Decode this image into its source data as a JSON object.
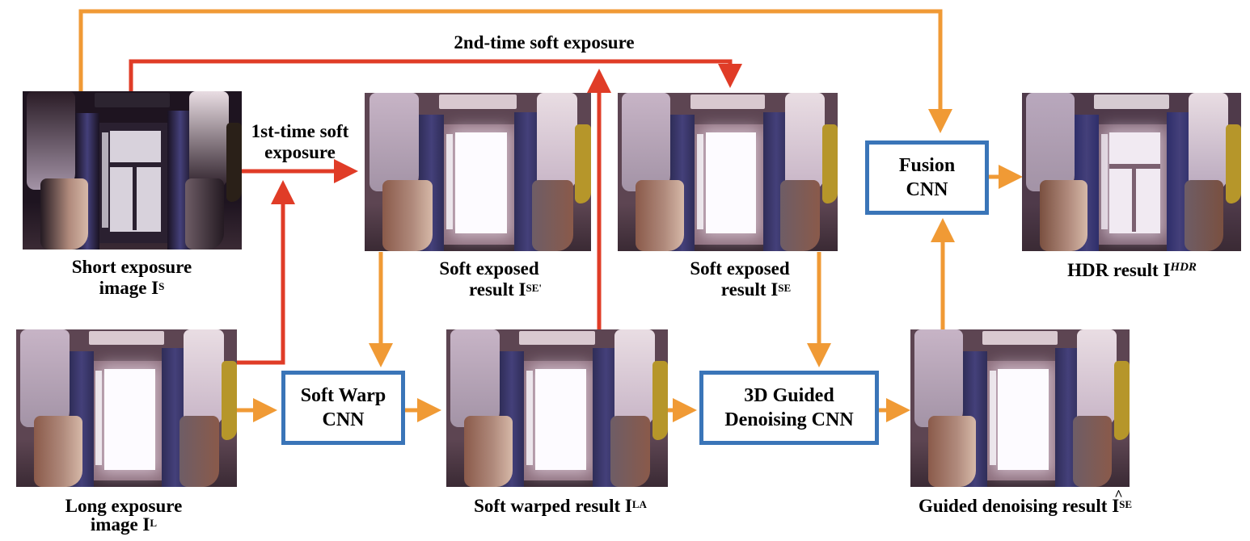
{
  "colors": {
    "exposure_arrow": "#e03c27",
    "pipeline_arrow": "#f09a35",
    "cnn_border": "#3a75b8",
    "background": "#ffffff"
  },
  "arrow_labels": {
    "first_soft_exposure_line1": "1st-time soft",
    "first_soft_exposure_line2": "exposure",
    "second_soft_exposure": "2nd-time soft exposure"
  },
  "cnn_blocks": {
    "soft_warp": {
      "line1": "Soft Warp",
      "line2": "CNN"
    },
    "guided_denoising": {
      "line1": "3D Guided",
      "line2": "Denoising CNN"
    },
    "fusion": {
      "line1": "Fusion",
      "line2": "CNN"
    }
  },
  "images": {
    "short_exposure": {
      "caption_line1": "Short exposure",
      "caption_line2": "image I",
      "superscript": "S",
      "scene": "dark"
    },
    "long_exposure": {
      "caption_line1": "Long exposure",
      "caption_line2": "image I",
      "superscript": "L",
      "scene": "bright"
    },
    "soft_exposed_first": {
      "caption_line1": "Soft exposed",
      "caption_line2": "result I",
      "superscript": "SE'",
      "scene": "bright"
    },
    "soft_exposed_second": {
      "caption_line1": "Soft exposed",
      "caption_line2": "result I",
      "superscript": "SE",
      "scene": "bright"
    },
    "soft_warped": {
      "caption": "Soft warped result I",
      "superscript": "LA",
      "scene": "bright"
    },
    "guided_denoising_result": {
      "caption": "Guided denoising result ",
      "base": "I",
      "superscript": "SE",
      "scene": "bright"
    },
    "hdr_result": {
      "caption": "HDR result I",
      "superscript": "HDR",
      "scene": "hdr"
    }
  }
}
